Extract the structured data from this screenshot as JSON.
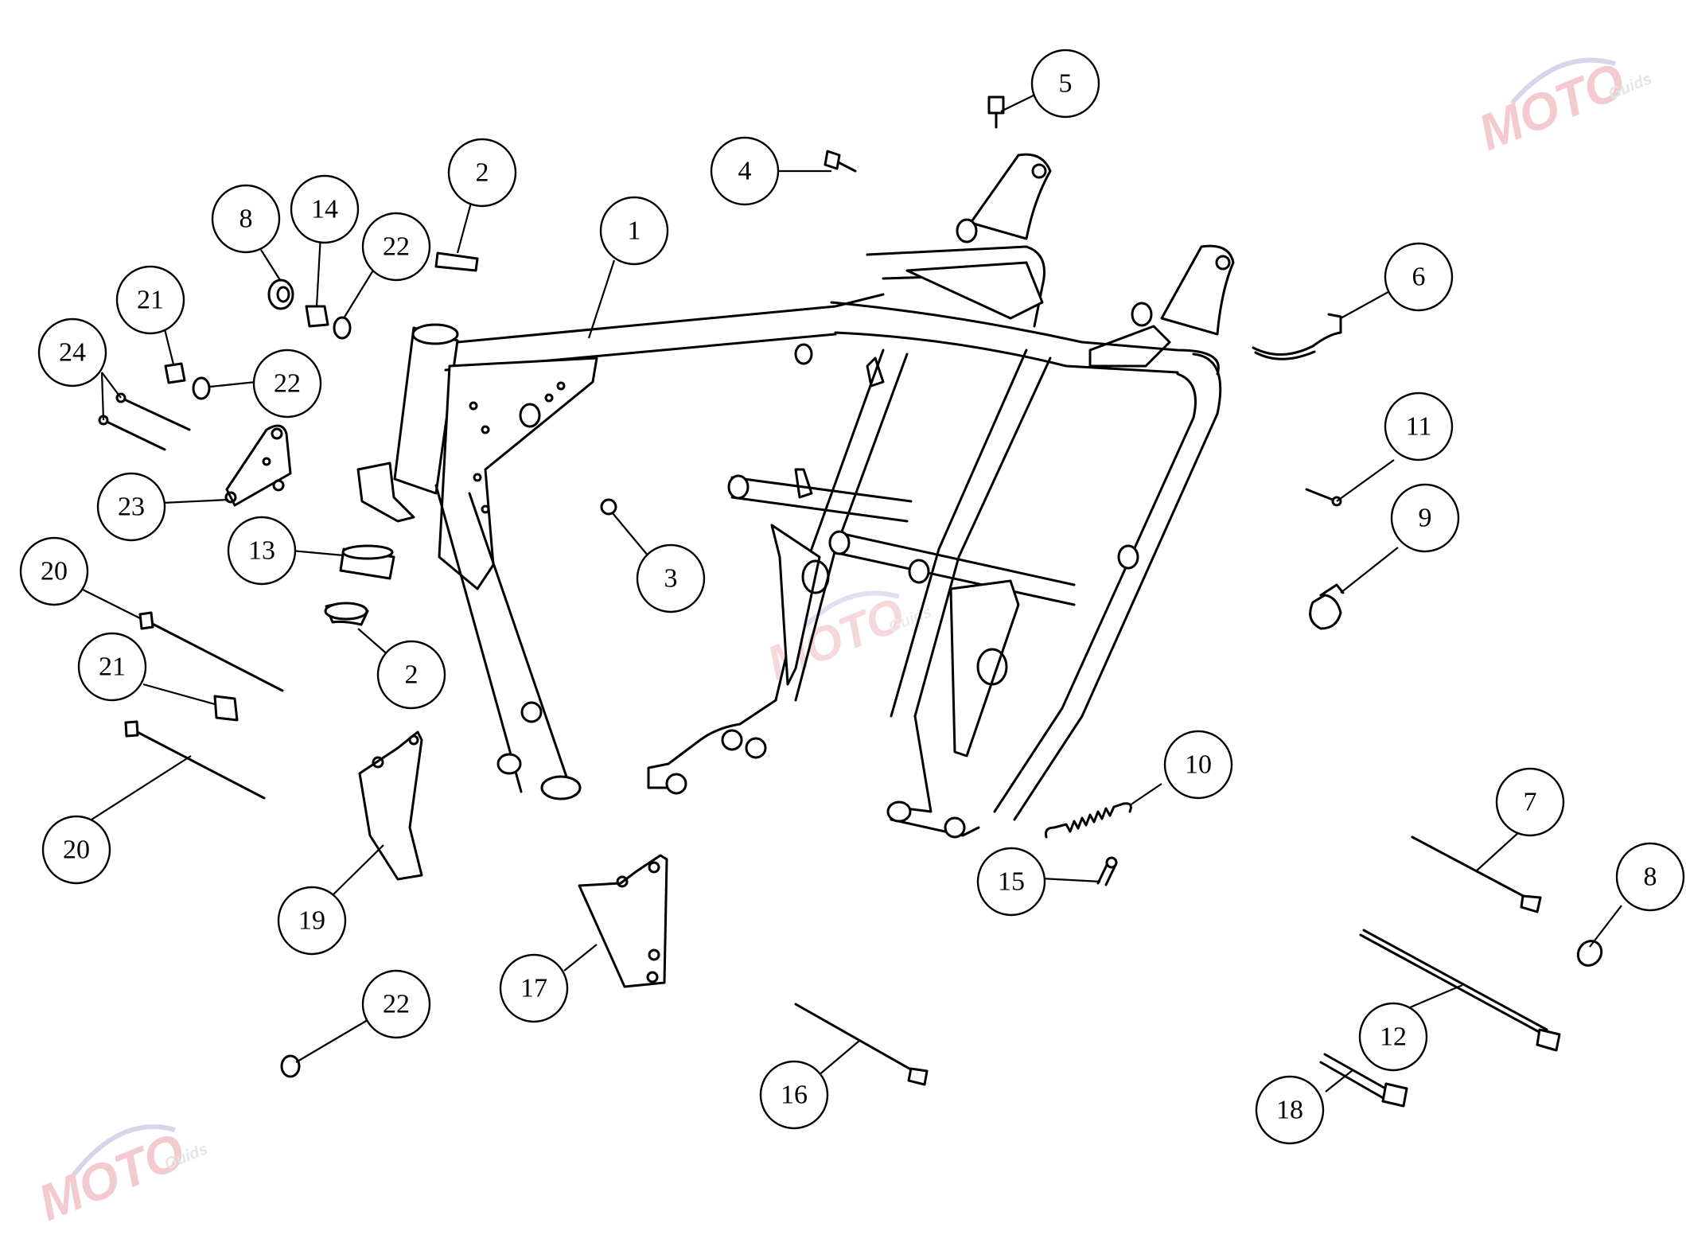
{
  "diagram": {
    "callouts": [
      {
        "label": "1"
      },
      {
        "label": "2"
      },
      {
        "label": "2"
      },
      {
        "label": "3"
      },
      {
        "label": "4"
      },
      {
        "label": "5"
      },
      {
        "label": "6"
      },
      {
        "label": "7"
      },
      {
        "label": "8"
      },
      {
        "label": "8"
      },
      {
        "label": "9"
      },
      {
        "label": "10"
      },
      {
        "label": "11"
      },
      {
        "label": "12"
      },
      {
        "label": "13"
      },
      {
        "label": "14"
      },
      {
        "label": "15"
      },
      {
        "label": "16"
      },
      {
        "label": "17"
      },
      {
        "label": "18"
      },
      {
        "label": "19"
      },
      {
        "label": "20"
      },
      {
        "label": "20"
      },
      {
        "label": "21"
      },
      {
        "label": "21"
      },
      {
        "label": "22"
      },
      {
        "label": "22"
      },
      {
        "label": "22"
      },
      {
        "label": "23"
      },
      {
        "label": "24"
      }
    ]
  },
  "watermark": {
    "logo_text": "MOTO",
    "tag_text": "Guids",
    "colors": {
      "logo": "#e8a0a8",
      "swoosh": "#b8b4dc"
    }
  }
}
